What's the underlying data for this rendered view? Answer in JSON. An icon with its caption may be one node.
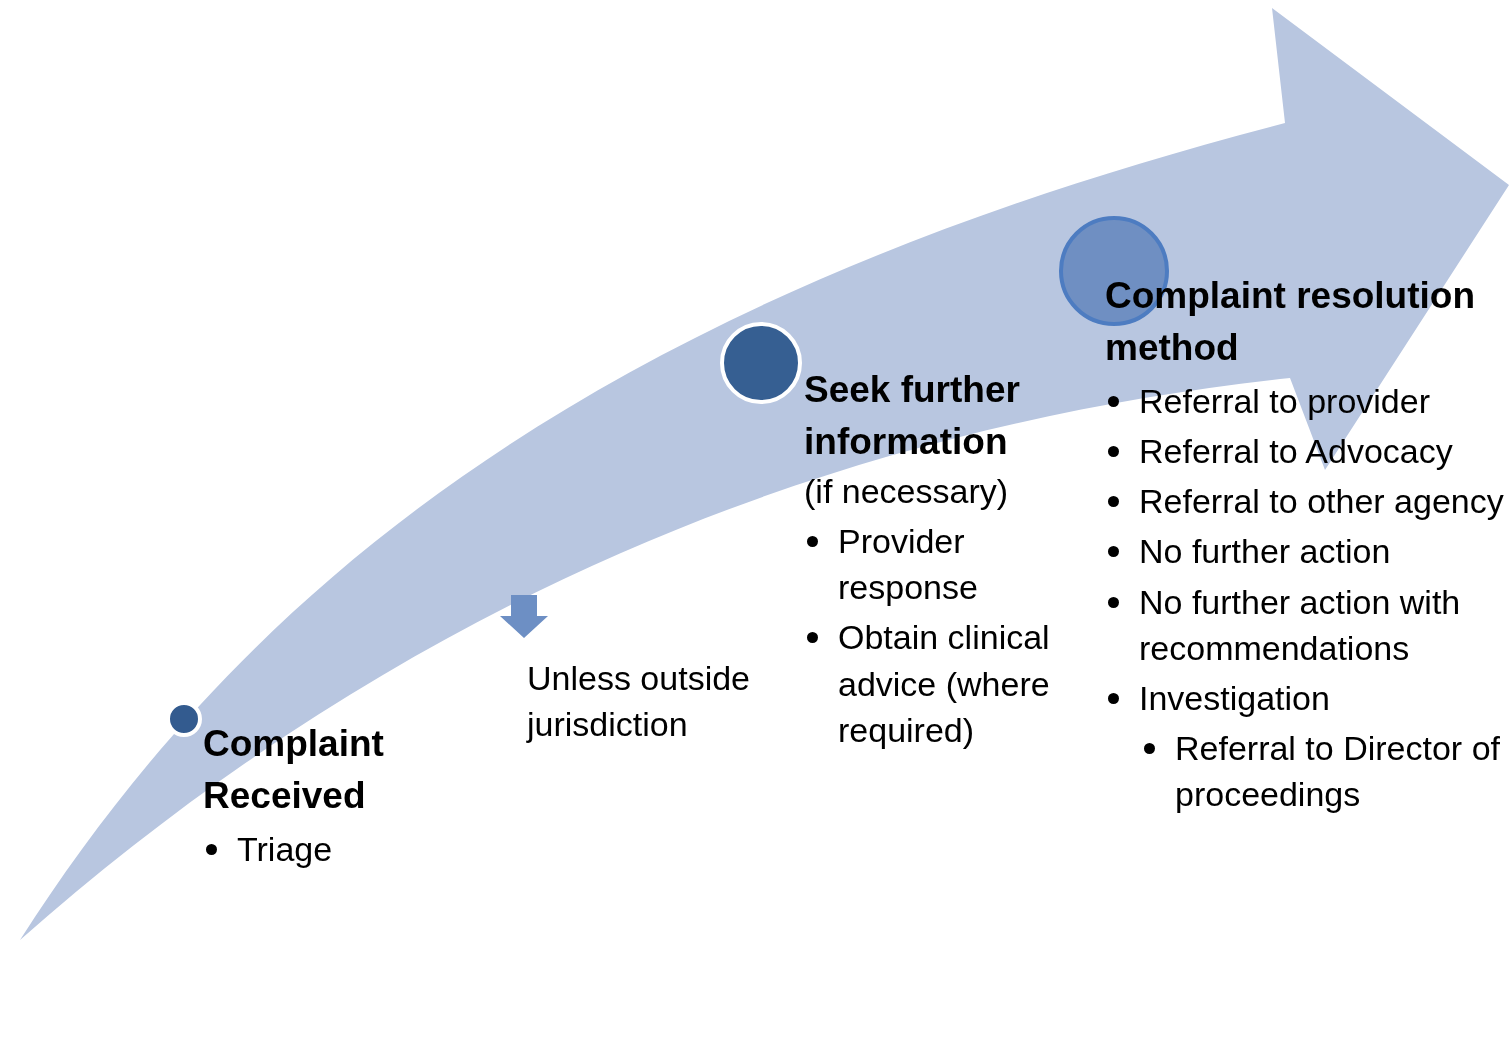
{
  "diagram": {
    "nodes": [
      {
        "text": [
          "Complaint Received",
          "Triage"
        ]
      },
      {
        "text": [
          "Unless outside jurisdiction"
        ]
      },
      {
        "text": [
          "Seek further information",
          "(if necessary)",
          "Provider response",
          "Obtain clinical advice (where required)"
        ]
      },
      {
        "text": [
          "Complaint resolution method",
          "Referral to provider",
          "Referral to Advocacy",
          "Referral to other agency",
          "No further action",
          "No further action with recommendations",
          "Investigation",
          "Referral to Director of proceedings"
        ]
      },
      {
        "text": [],
        "shape": "circle"
      },
      {
        "text": [],
        "shape": "circle"
      },
      {
        "text": [],
        "shape": "circle"
      }
    ],
    "edges": []
  }
}
